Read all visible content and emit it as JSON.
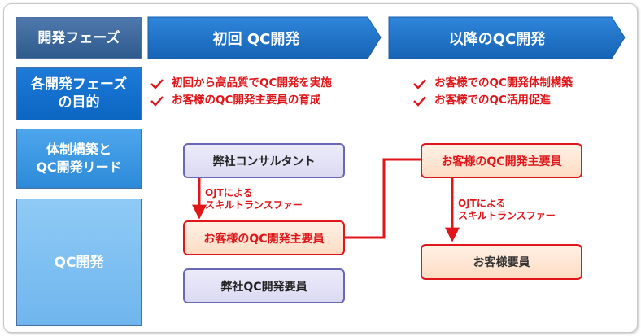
{
  "row_labels": {
    "phase": "開発フェーズ",
    "goal_line1": "各開発フェーズ",
    "goal_line2": "の目的",
    "structure_line1": "体制構築と",
    "structure_line2": "QC開発リード",
    "qc_dev": "QC開発"
  },
  "phases": {
    "first": "初回 QC開発",
    "later": "以降のQC開発"
  },
  "goals": {
    "first": [
      "初回から高品質でQC開発を実施",
      "お客様のQC開発主要員の育成"
    ],
    "later": [
      "お客様でのQC開発体制構築",
      "お客様でのQC活用促進"
    ]
  },
  "boxes": {
    "consultant": "弊社コンサルタント",
    "customer_lead_first": "お客様のQC開発主要員",
    "our_dev_staff": "弊社QC開発要員",
    "customer_lead_later": "お客様のQC開発主要員",
    "customer_staff": "お客様要員"
  },
  "transfers": {
    "first_line1": "OJTによる",
    "first_line2": "スキルトランスファー",
    "later_line1": "OJTによる",
    "later_line2": "スキルトランスファー"
  },
  "colors": {
    "accent_red": "#e0161a",
    "phase_blue": "#1f6fc4",
    "purple_border": "#6a68b6"
  }
}
